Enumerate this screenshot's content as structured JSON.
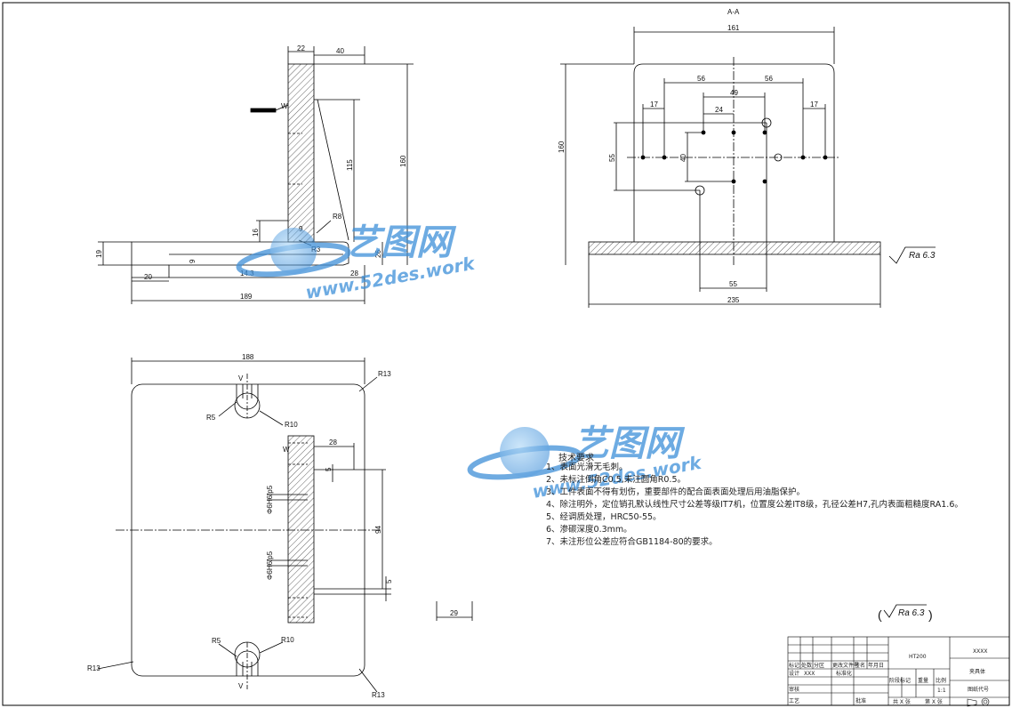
{
  "section_label": "A-A",
  "dimensions": {
    "side_view": {
      "top_22": "22",
      "top_40": "40",
      "height_115": "115",
      "height_160": "160",
      "r8": "R8",
      "r3": "R3",
      "v9": "9",
      "v16": "16",
      "v19": "19",
      "v26": "26",
      "v9_small": "9",
      "w20": "20",
      "w143": "14.3",
      "w28": "28",
      "w189": "189",
      "label_w": "W"
    },
    "front_view": {
      "w161": "161",
      "w56a": "56",
      "w56b": "56",
      "w49": "49",
      "w24": "24",
      "w17a": "17",
      "w17b": "17",
      "h160": "160",
      "h55": "55",
      "h40": "40",
      "w55": "55",
      "w235": "235",
      "roughness": "Ra 6.3"
    },
    "plan_view": {
      "w188": "188",
      "r13_tr": "R13",
      "r13_bl": "R13",
      "r13_br": "R13",
      "r5_top": "R5",
      "r10_top": "R10",
      "r5_bot": "R5",
      "r10_bot": "R10",
      "d28": "28",
      "d5a": "5",
      "d5b": "5",
      "h94": "94",
      "w29": "29",
      "fit_a": "Φ6H6/p5",
      "fit_b": "Φ6H6/p5",
      "mark_v": "V",
      "mark_w": "W"
    }
  },
  "watermark": {
    "brand": "艺图网",
    "url": "www.52des.work"
  },
  "tech_requirements": {
    "title": "技术要求",
    "items": [
      "1、表面光滑无毛刺。",
      "2、未标注倒角C0.5,未注圆角R0.5。",
      "3、工件表面不得有划伤，重要部件的配合面表面处理后用油脂保护。",
      "4、除注明外，定位销孔默认线性尺寸公差等级IT7机，位置度公差IT8级，孔径公差H7,孔内表面粗糙度RA1.6。",
      "5、经调质处理，HRC50-55。",
      "6、渗碳深度0.3mm。",
      "7、未注形位公差应符合GB1184-80的要求。"
    ]
  },
  "general_roughness": "Ra 6.3",
  "title_block": {
    "material": "HT200",
    "company": "XXXX",
    "part_name": "夹具体",
    "drawing_no_label": "图纸代号",
    "scale_label": "比例",
    "scale": "1:1",
    "weight_label": "重量",
    "stage_label": "阶段标记",
    "mark_label": "标记",
    "count_label": "处数",
    "zone_label": "分区",
    "change_doc_label": "更改文件号",
    "sign_label": "签名",
    "date_label": "年月日",
    "designer_label": "设计",
    "designer": "XXX",
    "standardize_label": "标准化",
    "review_label": "审核",
    "process_label": "工艺",
    "approve_label": "批准",
    "sheets_total": "共 X 张",
    "sheet_no": "第 X 张"
  }
}
